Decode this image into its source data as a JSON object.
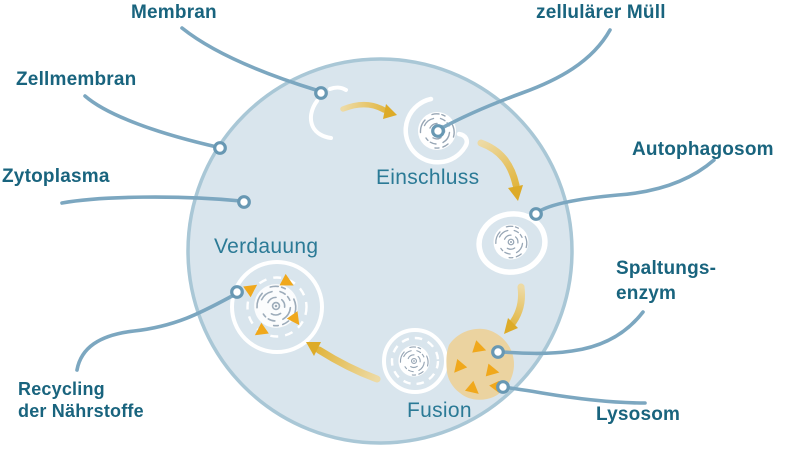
{
  "diagram": {
    "callouts": {
      "membran": "Membran",
      "zellulaerer_muell": "zellulärer Müll",
      "zellmembran": "Zellmembran",
      "zytoplasma": "Zytoplasma",
      "autophagosom": "Autophagosom",
      "spaltungsenzym_line1": "Spaltungs-",
      "spaltungsenzym_line2": "enzym",
      "lysosom": "Lysosom",
      "recycling_line1": "Recycling",
      "recycling_line2": "der Nährstoffe"
    },
    "stages": {
      "einschluss": "Einschluss",
      "verdauung": "Verdauung",
      "fusion": "Fusion"
    },
    "colors": {
      "callout_text": "#19647e",
      "stage_text": "#2b7a96",
      "cell_fill": "#d9e5ed",
      "cell_border": "#a9c7d6",
      "leader_line": "#7ca7c0",
      "endpoint_ring": "#6898b3",
      "vesicle_white": "#ffffff",
      "arrow_tail_gold": "#eddaa4",
      "arrow_head_gold": "#dfae2b",
      "lysosome_fill": "#ebd3a0",
      "enzyme_orange": "#f0a81c",
      "debris_gray": "#97a6b5"
    }
  }
}
